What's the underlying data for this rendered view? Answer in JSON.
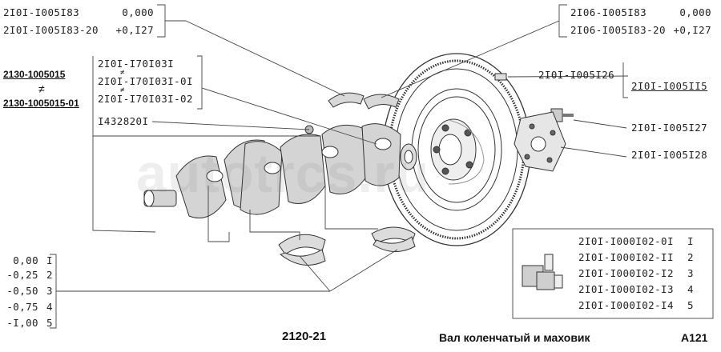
{
  "top_left": {
    "row1": {
      "part": "2I0I-I005I83",
      "value": "0,000"
    },
    "row2": {
      "part": "2I0I-I005I83-20",
      "value": "+0,I27"
    }
  },
  "top_right": {
    "row1": {
      "part": "2I06-I005I83",
      "value": "0,000"
    },
    "row2": {
      "part": "2I06-I005I83-20",
      "value": "+0,I27"
    }
  },
  "crankshaft_compat": {
    "part_a": "2130-1005015",
    "not_equal": "≠",
    "part_b": "2130-1005015-01"
  },
  "pin_box": {
    "line1": "2I0I-I70I03I",
    "line2": "2I0I-I70I03I-0I",
    "line3": "2I0I-I70I03I-02",
    "ne_mark": "≠"
  },
  "bearing_ref": "I432820I",
  "callouts": {
    "dowel": "2I0I-I005I26",
    "flywheel": "2I0I-I005II5",
    "bolt": "2I0I-I005I27",
    "washer": "2I0I-I005I28"
  },
  "undersizes": [
    {
      "value": "0,00",
      "code": "I"
    },
    {
      "value": "-0,25",
      "code": "2"
    },
    {
      "value": "-0,50",
      "code": "3"
    },
    {
      "value": "-0,75",
      "code": "4"
    },
    {
      "value": "-I,00",
      "code": "5"
    }
  ],
  "kit_table": [
    {
      "part": "2I0I-I000I02-0I",
      "code": "I"
    },
    {
      "part": "2I0I-I000I02-II",
      "code": "2"
    },
    {
      "part": "2I0I-I000I02-I2",
      "code": "3"
    },
    {
      "part": "2I0I-I000I02-I3",
      "code": "4"
    },
    {
      "part": "2I0I-I000I02-I4",
      "code": "5"
    }
  ],
  "footer": {
    "model": "2120-21",
    "title": "Вал коленчатый и маховик",
    "page": "A121"
  },
  "watermark": "autotrcs.ru"
}
